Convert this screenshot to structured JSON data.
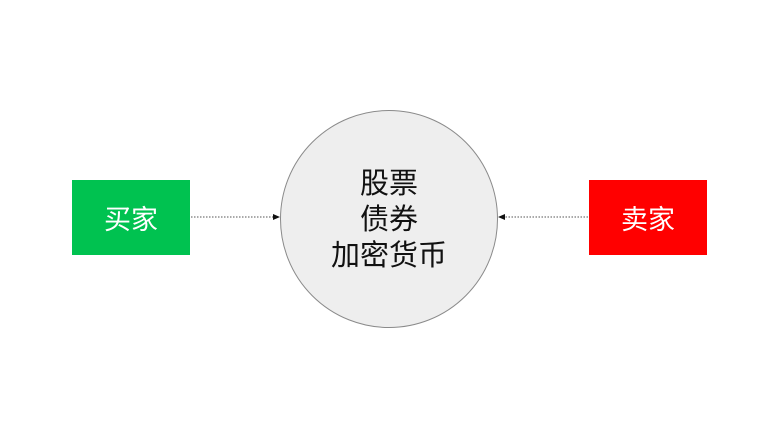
{
  "buyer": {
    "label": "买家",
    "color": "#00c250"
  },
  "seller": {
    "label": "卖家",
    "color": "#ff0000"
  },
  "market": {
    "lines": [
      "股票",
      "债券",
      "加密货币"
    ],
    "fill": "#eeeeee"
  },
  "arrows": [
    {
      "from": "buyer",
      "to": "market",
      "style": "dotted"
    },
    {
      "from": "seller",
      "to": "market",
      "style": "dotted"
    }
  ]
}
